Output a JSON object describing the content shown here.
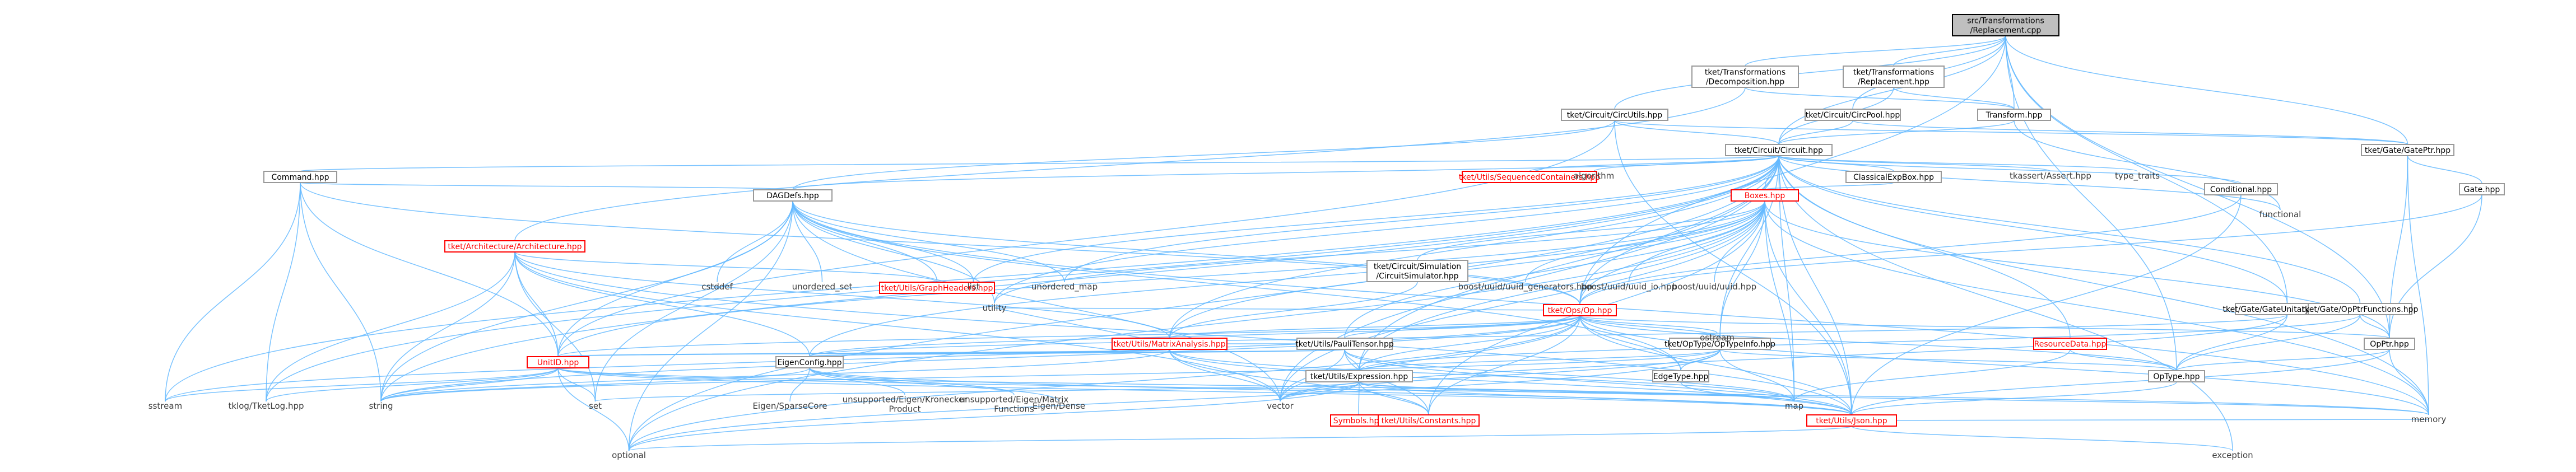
{
  "nodes": {
    "root": [
      "src/Transformations",
      "/Replacement.cpp"
    ],
    "decomposition": [
      "tket/Transformations",
      "/Decomposition.hpp"
    ],
    "replacement": [
      "tket/Transformations",
      "/Replacement.hpp"
    ],
    "circutils": "tket/Circuit/CircUtils.hpp",
    "circpool": "tket/Circuit/CircPool.hpp",
    "transform": "Transform.hpp",
    "gateptr": "tket/Gate/GatePtr.hpp",
    "architecture": "tket/Architecture/Architecture.hpp",
    "circuit": "tket/Circuit/Circuit.hpp",
    "command": "Command.hpp",
    "dagdefs": "DAGDefs.hpp",
    "seqcont": "tket/Utils/SequencedContainers.hpp",
    "algorithm": "algorithm",
    "classicalexpbox": "ClassicalExpBox.hpp",
    "tkassert": "tkassert/Assert.hpp",
    "type_traits": "type_traits",
    "conditional": "Conditional.hpp",
    "functional": "functional",
    "gate": "Gate.hpp",
    "boxes": "Boxes.hpp",
    "graphheaders": "tket/Utils/GraphHeaders.hpp",
    "list": "list",
    "unordered_map": "unordered_map",
    "cstddef": "cstddef",
    "unordered_set": "unordered_set",
    "utility": "utility",
    "circuitsimulator": [
      "tket/Circuit/Simulation",
      "/CircuitSimulator.hpp"
    ],
    "boost_gen": "boost/uuid/uuid_generators.hpp",
    "boost_io": "boost/uuid/uuid_io.hpp",
    "boost_uuid": "boost/uuid/uuid.hpp",
    "op": "tket/Ops/Op.hpp",
    "gateunitarymatrix": "tket/Gate/GateUnitaryMatrix.hpp",
    "opptrfunctions": "tket/Gate/OpPtrFunctions.hpp",
    "resourcedata": "ResourceData.hpp",
    "matrixanalysis": "tket/Utils/MatrixAnalysis.hpp",
    "paulitensor": "tket/Utils/PauliTensor.hpp",
    "optypeinfo": "tket/OpType/OpTypeInfo.hpp",
    "ostream": "ostream",
    "opptr": "OpPtr.hpp",
    "unitid": "UnitID.hpp",
    "eigenconfig": "EigenConfig.hpp",
    "expression": "tket/Utils/Expression.hpp",
    "edgetype": "EdgeType.hpp",
    "optype": "OpType.hpp",
    "sstream": "sstream",
    "tklog": "tklog/TketLog.hpp",
    "string": "string",
    "set": "set",
    "sparsecore": "Eigen/SparseCore",
    "kronecker": [
      "unsupported/Eigen/Kronecker",
      "Product"
    ],
    "matrixfunctions": [
      "unsupported/Eigen/Matrix",
      "Functions"
    ],
    "dense": "Eigen/Dense",
    "vector": "vector",
    "symbols": "Symbols.hpp",
    "constants": "tket/Utils/Constants.hpp",
    "map": "map",
    "json": "tket/Utils/Json.hpp",
    "memory": "memory",
    "optional": "optional",
    "exception": "exception"
  },
  "colors": {
    "edge": "#63b8ff",
    "node_border": "#999999",
    "root_fill": "#bfbfbf",
    "missing_border": "#ff0000"
  }
}
